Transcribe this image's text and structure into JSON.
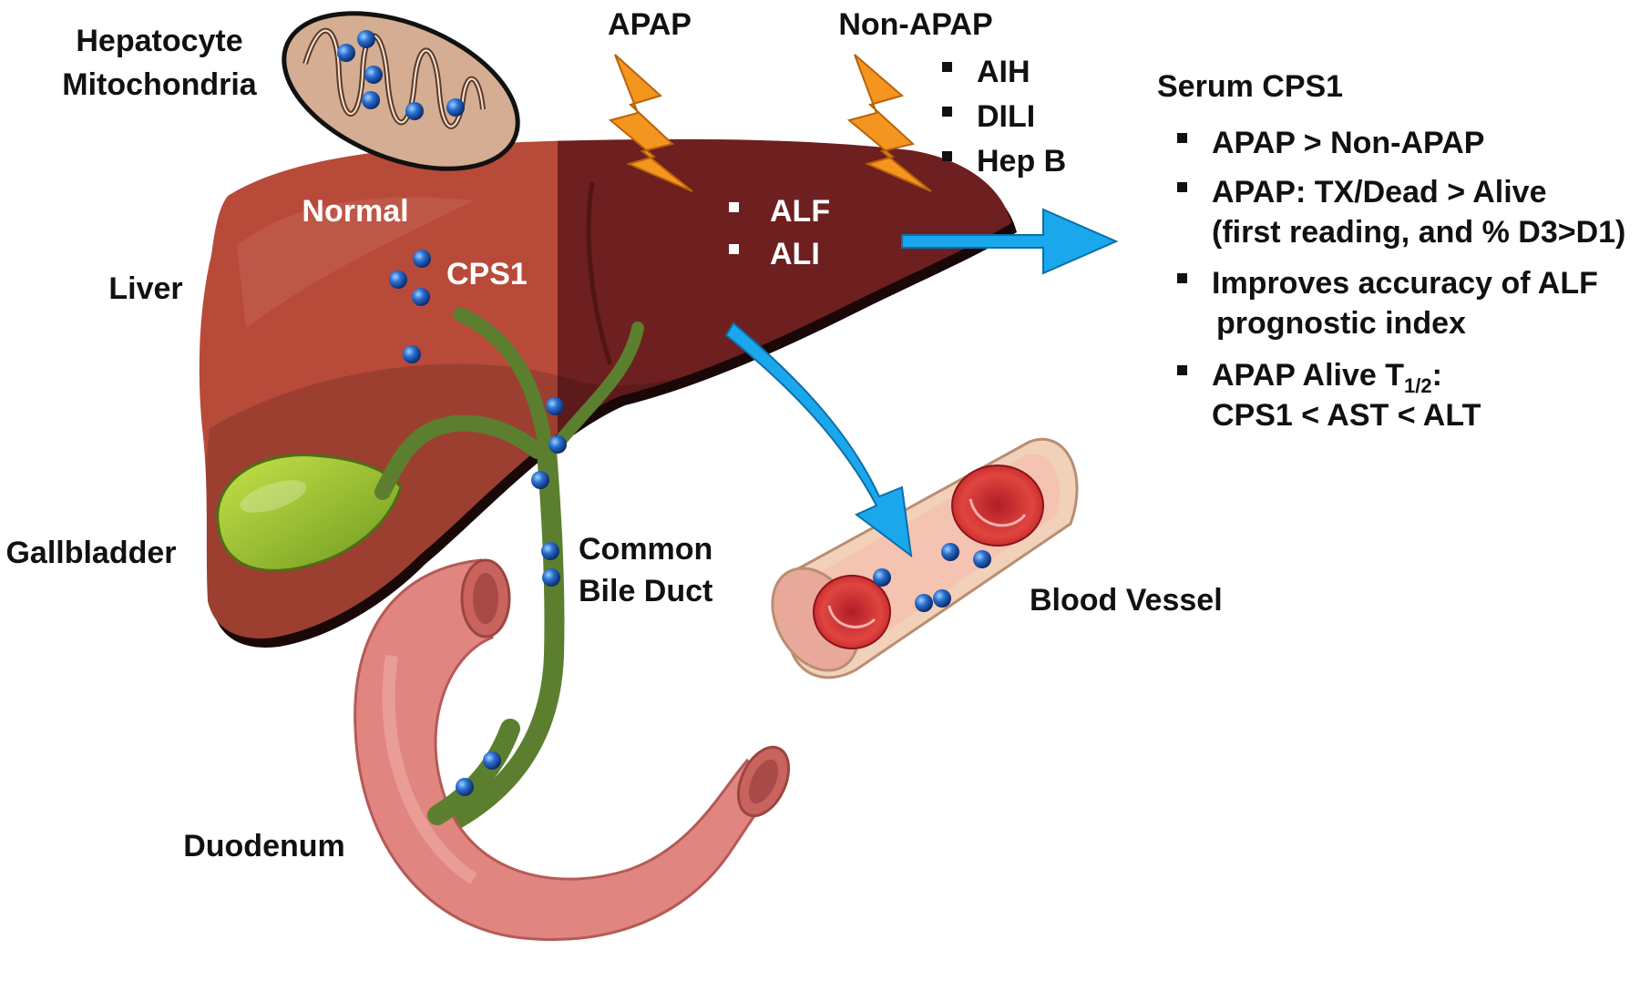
{
  "labels": {
    "mito_line1": "Hepatocyte",
    "mito_line2": "Mitochondria",
    "apap": "APAP",
    "non_apap": "Non-APAP",
    "normal": "Normal",
    "cps1": "CPS1",
    "liver": "Liver",
    "gallbladder": "Gallbladder",
    "cbd_line1": "Common",
    "cbd_line2": "Bile Duct",
    "duodenum": "Duodenum",
    "blood_vessel": "Blood Vessel"
  },
  "non_apap_causes": [
    "AIH",
    "DILI",
    "Hep B"
  ],
  "injury_types": [
    "ALF",
    "ALI"
  ],
  "serum_panel": {
    "title": "Serum CPS1",
    "item1": "APAP > Non-APAP",
    "item2_line1": "APAP: TX/Dead > Alive",
    "item2_line2": "(first reading, and % D3>D1)",
    "item3_line1": "Improves accuracy of ALF",
    "item3_line2": "prognostic index",
    "item4_prefix": "APAP Alive T",
    "item4_sub": "1/2",
    "item4_suffix": ":",
    "item4_line2": "CPS1 < AST < ALT"
  },
  "colors": {
    "liver_normal": "#b84a3a",
    "liver_injured": "#6e1f1f",
    "bile_duct": "#5b7f2e",
    "gallbladder": "#8fbf2a",
    "duodenum": "#e0857f",
    "arrow": "#1aa7ec",
    "bolt": "#f4951f",
    "cps1_dot": "#1f5fbf"
  }
}
